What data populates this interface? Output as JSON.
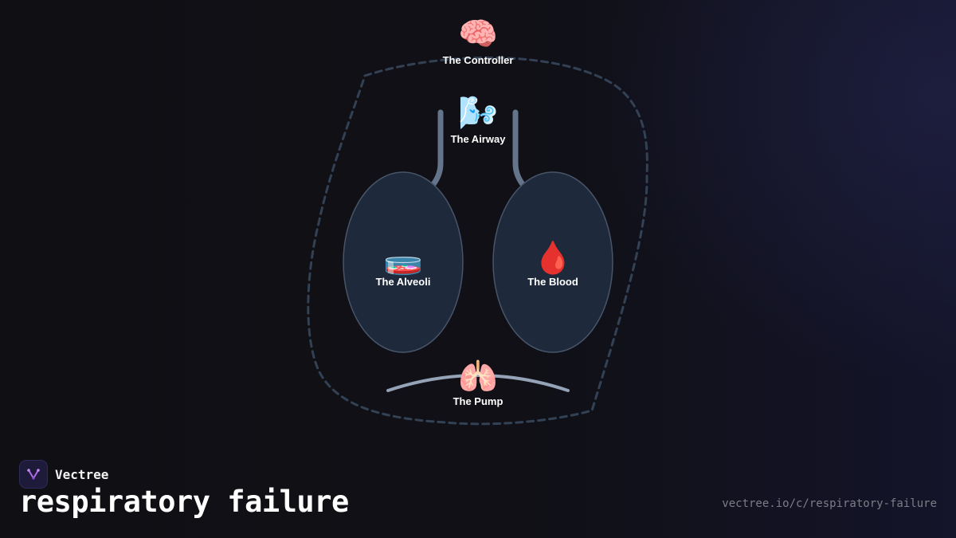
{
  "brand": {
    "name": "Vectree",
    "logo_icon": "vectree-logo-icon",
    "accent_color": "#b06ce8"
  },
  "page": {
    "title": "respiratory failure",
    "url": "vectree.io/c/respiratory-failure"
  },
  "diagram": {
    "nodes": [
      {
        "id": "controller",
        "label": "The Controller",
        "icon": "🧠",
        "icon_name": "brain-icon"
      },
      {
        "id": "airway",
        "label": "The Airway",
        "icon": "🌬️",
        "icon_name": "wind-face-icon"
      },
      {
        "id": "alveoli",
        "label": "The Alveoli",
        "icon": "🧫",
        "icon_name": "petri-dish-icon"
      },
      {
        "id": "blood",
        "label": "The Blood",
        "icon": "🩸",
        "icon_name": "blood-drop-icon"
      },
      {
        "id": "pump",
        "label": "The Pump",
        "icon": "🫁",
        "icon_name": "lungs-icon"
      }
    ],
    "colors": {
      "lobe_fill": "#1e293b",
      "lobe_stroke": "#475569",
      "airway_stroke": "#64748b",
      "pump_stroke": "#94a3b8",
      "outline_stroke": "#334155"
    }
  }
}
